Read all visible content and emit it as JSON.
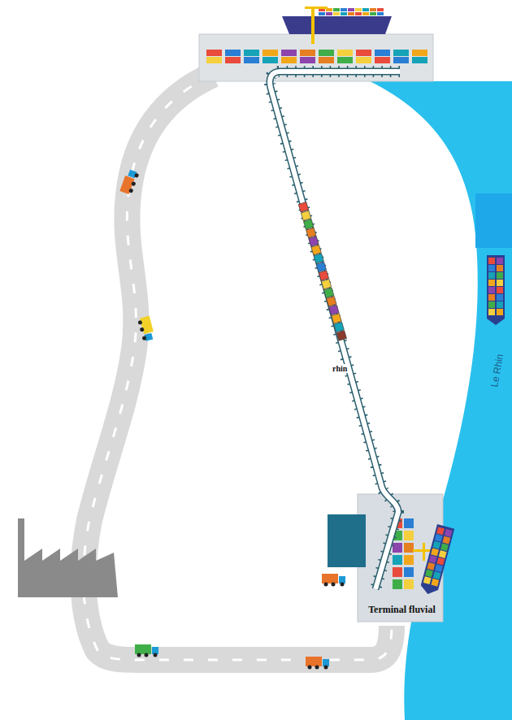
{
  "diagram": {
    "nodes": [
      {
        "text": [
          "Terminal fluvial"
        ]
      }
    ],
    "labels": [
      "rhin",
      "Le Rhin"
    ]
  }
}
